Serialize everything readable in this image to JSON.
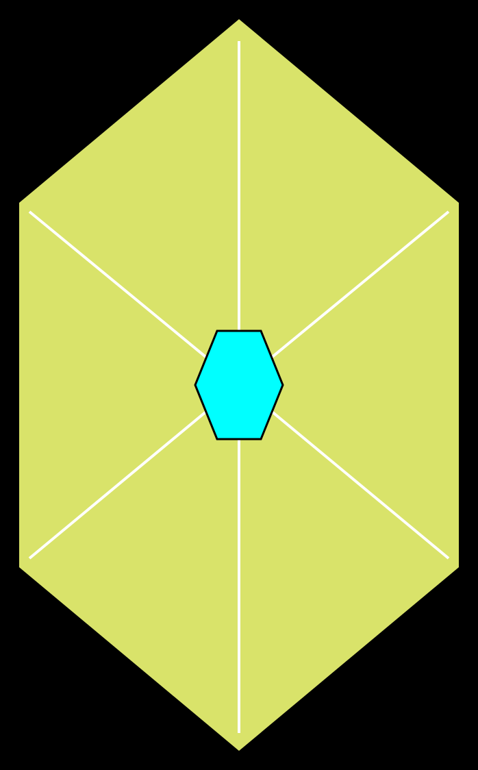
{
  "colors": {
    "background": "#000000",
    "outer_hexagon_fill": "#d9e36a",
    "divider_lines": "#ffffff",
    "inner_hexagon_fill": "#00ffff",
    "inner_hexagon_stroke": "#000000"
  },
  "shapes": {
    "outer": "elongated-hexagon",
    "inner": "flat-top-hexagon",
    "divider_count": 6
  }
}
